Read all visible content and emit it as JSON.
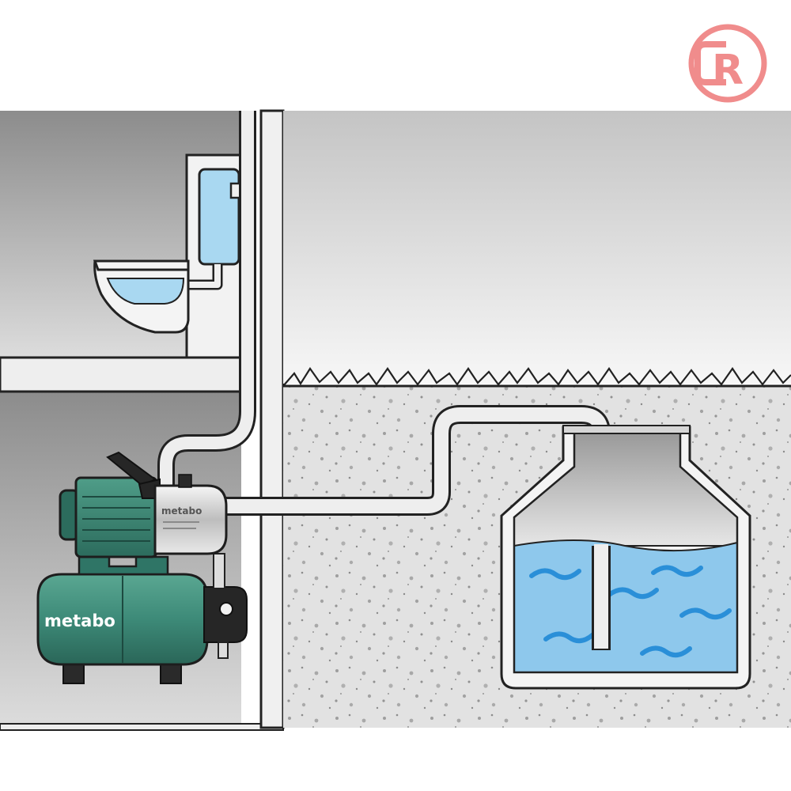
{
  "logo": {
    "glyph": "R",
    "ring_color": "#f08c8c"
  },
  "pump": {
    "housing_label": "metabo",
    "tank_label": "metabo"
  },
  "colors": {
    "room_dark": "#8e8e8e",
    "room_light": "#d8d8d8",
    "outdoor_sky": "#e4e4e4",
    "ground": "#e2e2e2",
    "pipe": "#eeeeee",
    "water": "#8ec8ec",
    "water_wave": "#2a8fd8",
    "cistern": "#a9d8f1",
    "pump_green": "#3d8a78",
    "pump_green_dark": "#2a6658",
    "outline": "#222222"
  }
}
